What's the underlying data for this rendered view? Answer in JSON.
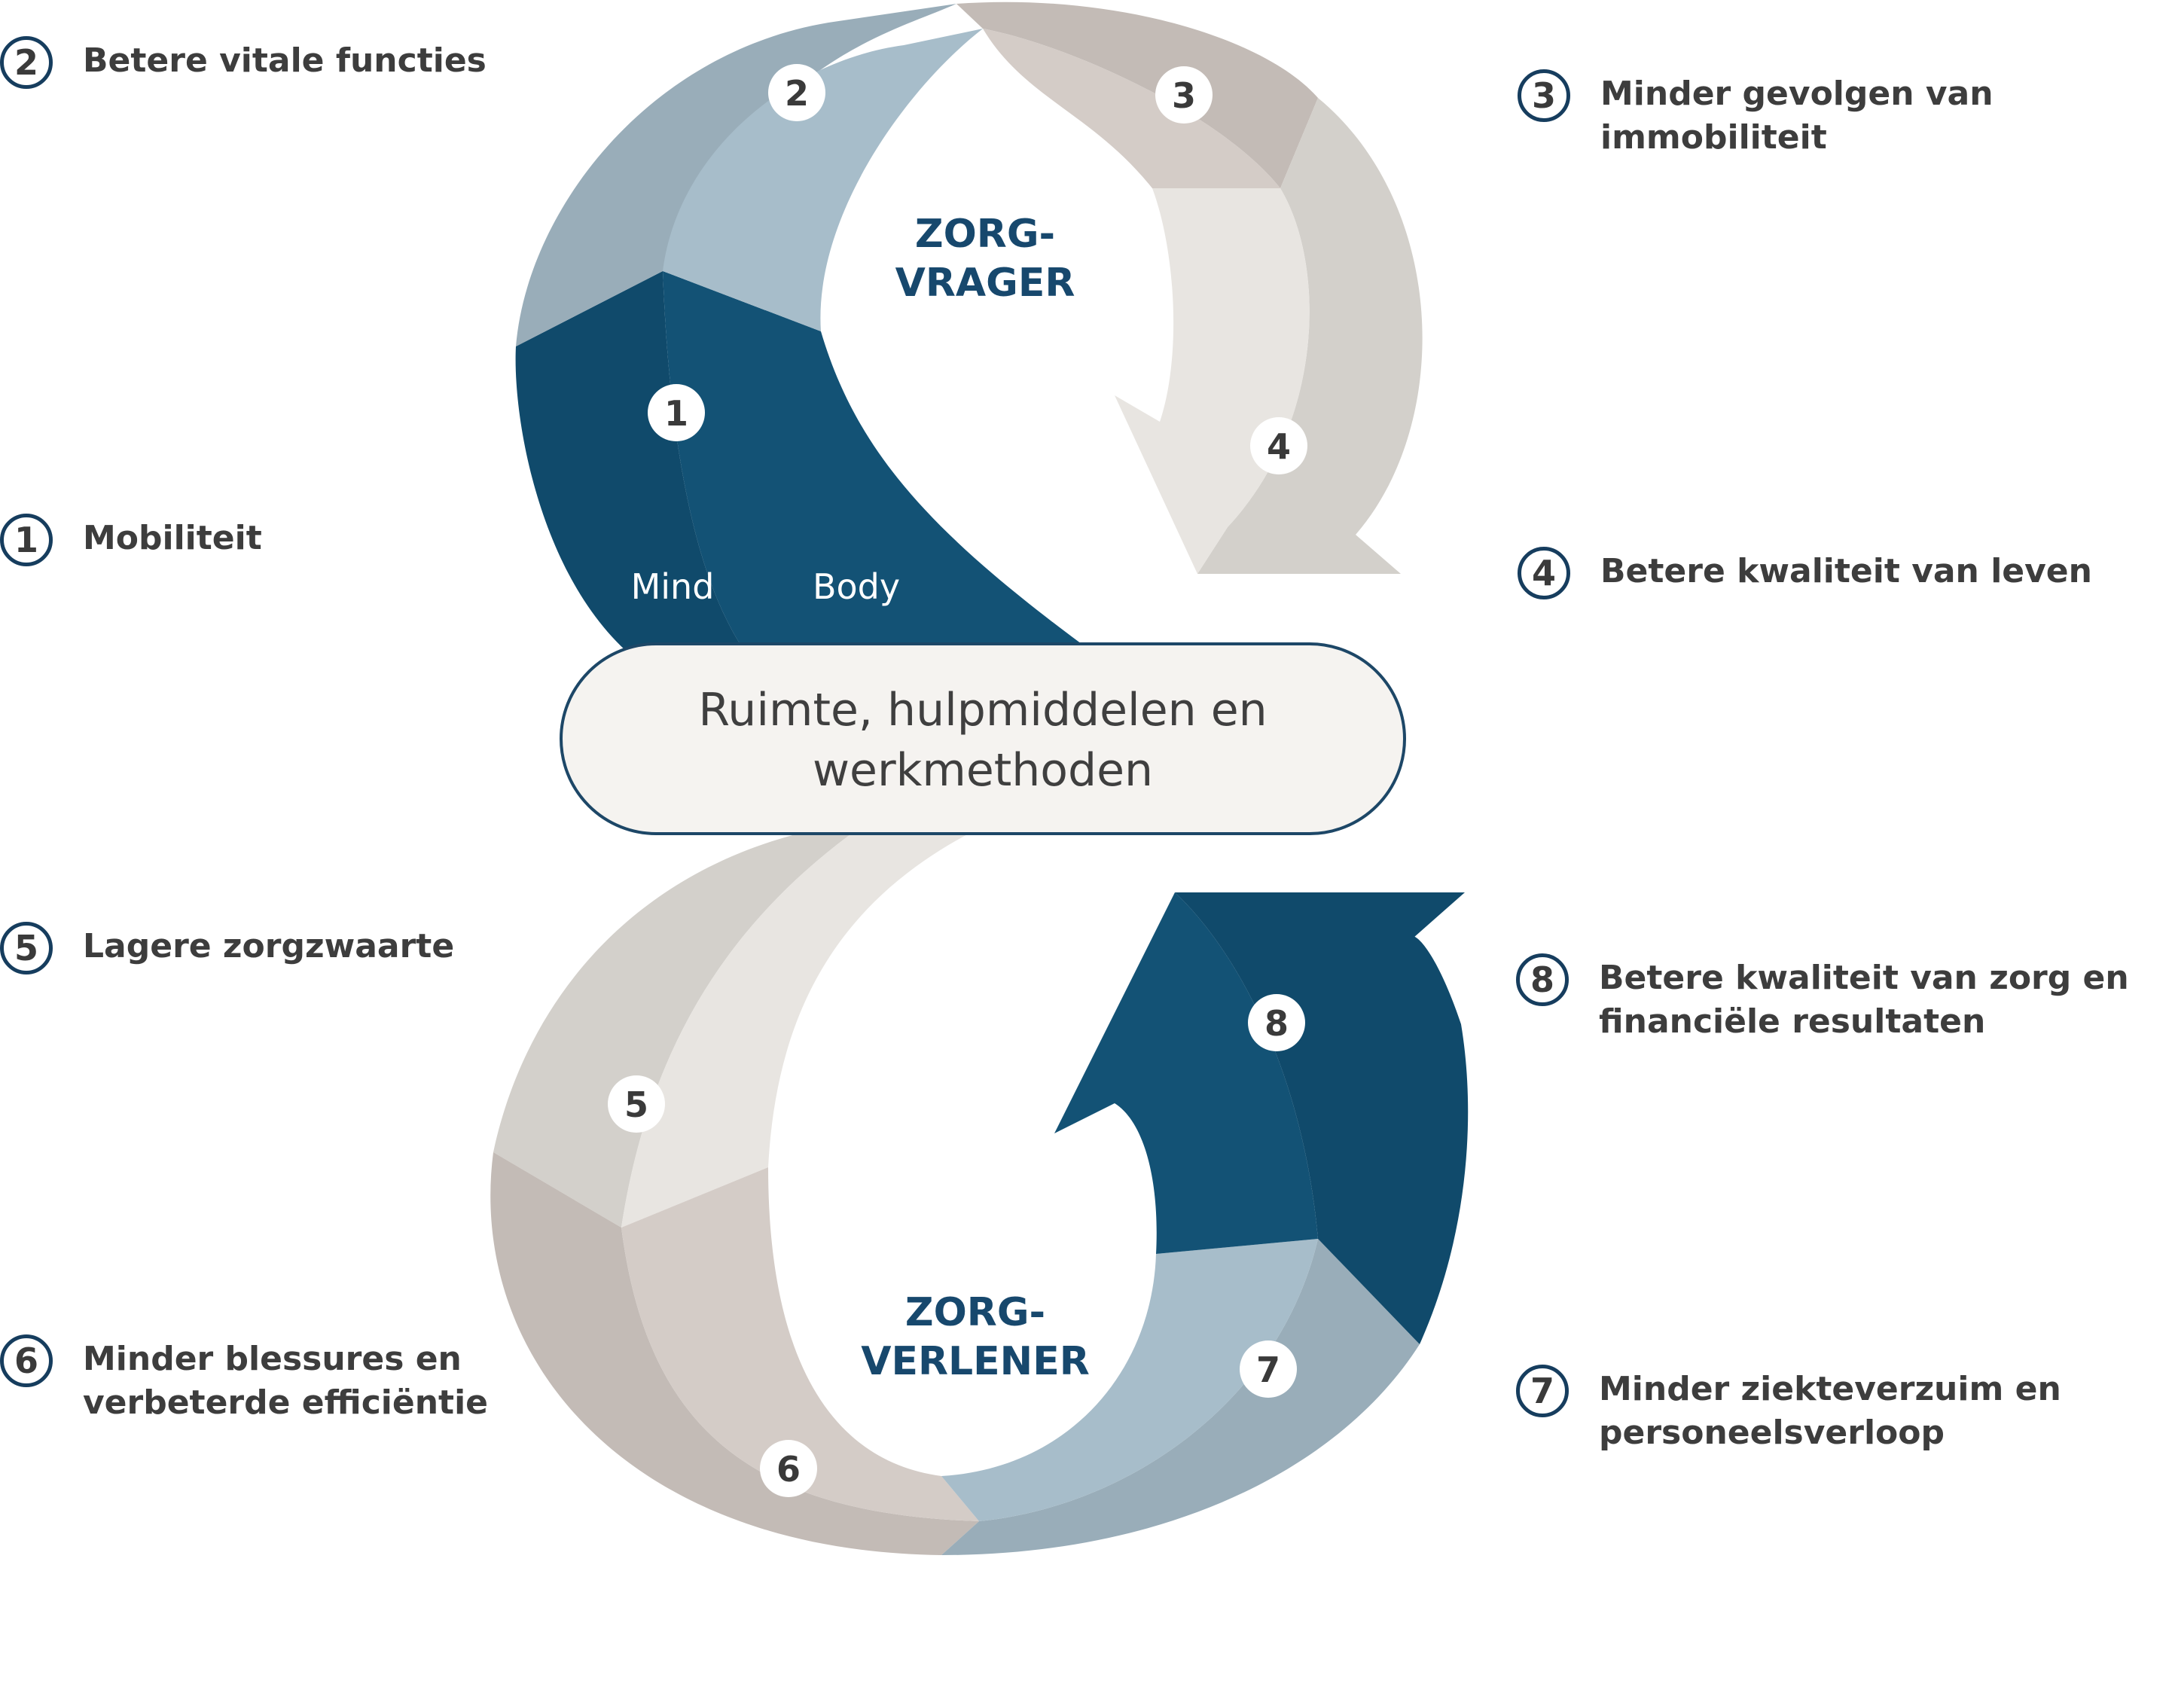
{
  "diagram": {
    "top_heading": [
      "ZORG-",
      "VRAGER"
    ],
    "bottom_heading": [
      "ZORG-",
      "VERLENER"
    ],
    "mind_label": "Mind",
    "body_label": "Body",
    "center_label": [
      "Ruimte, hulpmiddelen en",
      "werkmethoden"
    ],
    "badges": [
      "1",
      "2",
      "3",
      "4",
      "5",
      "6",
      "7",
      "8"
    ]
  },
  "left_items": [
    {
      "number": "2",
      "lines": [
        "Betere vitale functies"
      ]
    },
    {
      "number": "1",
      "lines": [
        "Mobiliteit"
      ]
    },
    {
      "number": "5",
      "lines": [
        "Lagere zorgzwaarte"
      ]
    },
    {
      "number": "6",
      "lines": [
        "Minder blessures en",
        "verbeterde efficiëntie"
      ]
    }
  ],
  "right_items": [
    {
      "number": "3",
      "lines": [
        "Minder gevolgen van",
        "immobiliteit"
      ]
    },
    {
      "number": "4",
      "lines": [
        "Betere kwaliteit van leven"
      ]
    },
    {
      "number": "8",
      "lines": [
        "Betere kwaliteit van zorg en",
        "financiële resultaten"
      ]
    },
    {
      "number": "7",
      "lines": [
        "Minder ziekteverzuim en",
        "personeelsverloop"
      ]
    }
  ],
  "colors": {
    "navy_dark": "#104a6b",
    "navy": "#135275",
    "steel": "#99adb9",
    "steel_light": "#a7bdca",
    "taupe": "#c3bbb6",
    "taupe_light": "#d4ccc7",
    "grey": "#d3d0cb",
    "grey_light": "#e8e5e1",
    "heading": "#17486d",
    "pill_fill": "#f5f3f0",
    "pill_stroke": "#1d4767"
  }
}
